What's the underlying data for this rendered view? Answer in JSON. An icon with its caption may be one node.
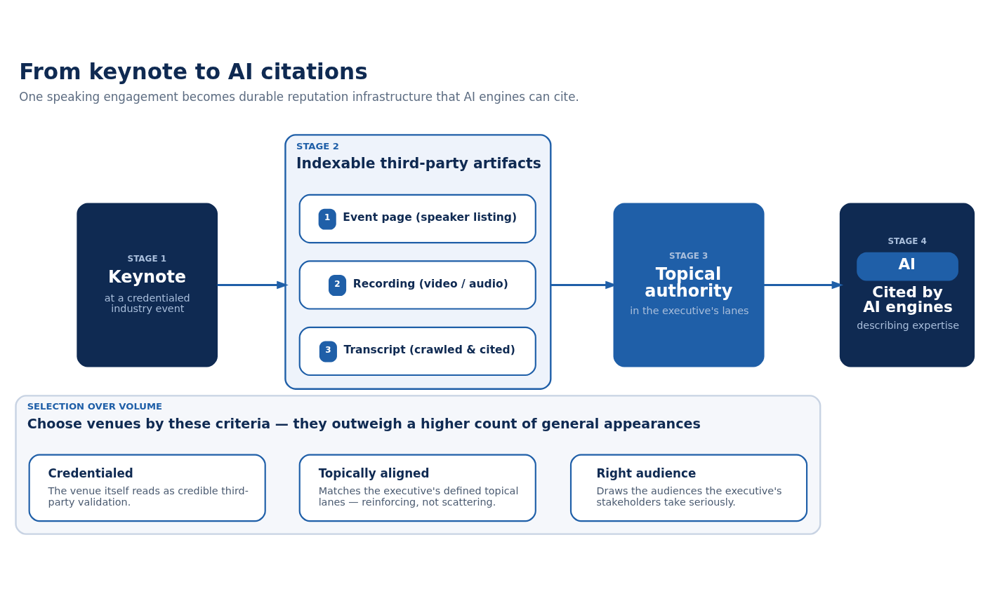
{
  "diagram": {
    "title": "From keynote to AI citations",
    "caption": "One speaking engagement becomes durable reputation infrastructure that AI engines can cite.",
    "nodes": [
      {
        "text": [
          "STAGE 1",
          "Keynote",
          "at a credentialed industry event"
        ]
      },
      {
        "text": [
          "STAGE 2",
          "Indexable third-party artifacts"
        ]
      },
      {
        "text": [
          "1",
          "Event page (speaker listing)"
        ],
        "in": 1
      },
      {
        "text": [
          "2",
          "Recording (video / audio)"
        ],
        "in": 1
      },
      {
        "text": [
          "3",
          "Transcript (crawled & cited)"
        ],
        "in": 1
      },
      {
        "text": [
          "STAGE 3",
          "Topical authority",
          "in the executive's lanes"
        ]
      },
      {
        "text": [
          "STAGE 4",
          "AI",
          "Cited by AI engines",
          "describing expertise"
        ]
      },
      {
        "text": [
          "SELECTION OVER VOLUME",
          "Choose venues by these criteria — they outweigh a higher count of general appearances"
        ]
      },
      {
        "text": [
          "Credentialed",
          "The venue itself reads as credible third-party validation."
        ],
        "in": 7
      },
      {
        "text": [
          "Topically aligned",
          "Matches the executive's defined topical lanes — reinforcing, not scattering."
        ],
        "in": 7
      },
      {
        "text": [
          "Right audience",
          "Draws the audiences the executive's stakeholders take seriously."
        ],
        "in": 7
      }
    ],
    "edges": [
      {
        "from": 0,
        "to": 1,
        "arrow": "to"
      },
      {
        "from": 1,
        "to": 5,
        "arrow": "to"
      },
      {
        "from": 5,
        "to": 6,
        "arrow": "to"
      }
    ]
  }
}
